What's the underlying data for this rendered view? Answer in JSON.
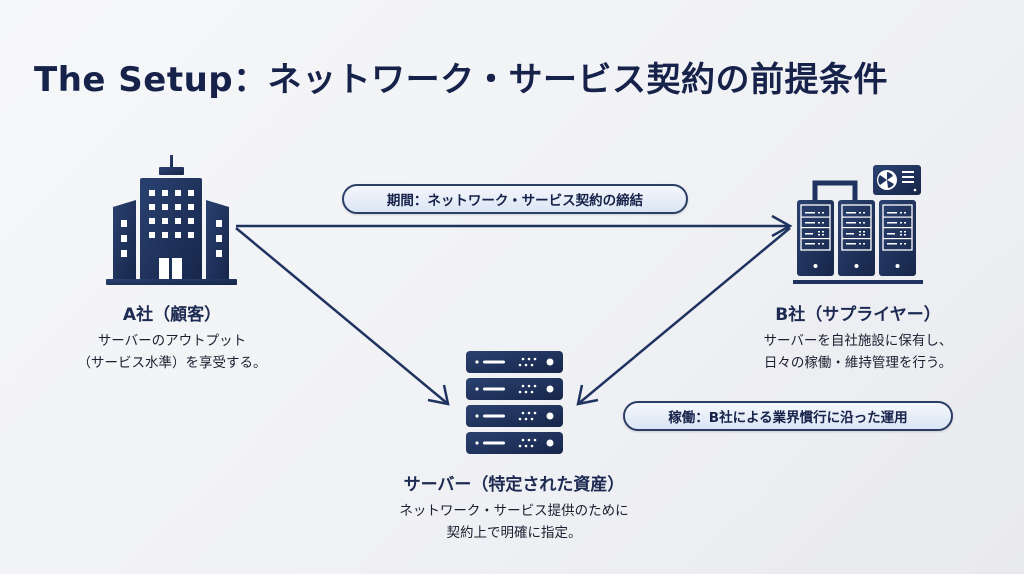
{
  "title": "The Setup：ネットワーク・サービス契約の前提条件",
  "colors": {
    "primary": "#1f3360",
    "title": "#17224a",
    "pill_bg": "#dbe5f4",
    "background": "#f3f4f6"
  },
  "nodes": {
    "customer": {
      "icon": "office-building-icon",
      "label": "A社（顧客）",
      "desc_lines": [
        "サーバーのアウトプット",
        "（サービス水準）を享受する。"
      ]
    },
    "supplier": {
      "icon": "server-racks-with-cooling-icon",
      "label": "B社（サプライヤー）",
      "desc_lines": [
        "サーバーを自社施設に保有し、",
        "日々の稼働・維持管理を行う。"
      ]
    },
    "server": {
      "icon": "server-stack-icon",
      "label": "サーバー（特定された資産）",
      "desc_lines": [
        "ネットワーク・サービス提供のために",
        "契約上で明確に指定。"
      ]
    }
  },
  "edges": [
    {
      "from": "customer",
      "to": "supplier",
      "label": "期間：ネットワーク・サービス契約の締結"
    },
    {
      "from": "customer",
      "to": "server",
      "label": ""
    },
    {
      "from": "supplier",
      "to": "server",
      "label": "稼働：B社による業界慣行に沿った運用"
    }
  ]
}
